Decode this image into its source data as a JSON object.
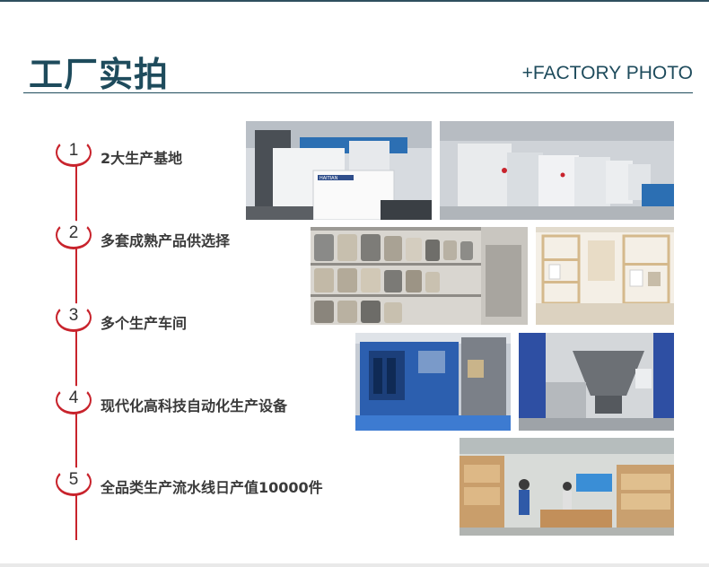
{
  "header": {
    "title_cn": "工厂实拍",
    "title_en": "+FACTORY PHOTO"
  },
  "steps": [
    {
      "num": "1",
      "label": "2大生产基地"
    },
    {
      "num": "2",
      "label": "多套成熟产品供选择"
    },
    {
      "num": "3",
      "label": "多个生产车间"
    },
    {
      "num": "4",
      "label": "现代化高科技自动化生产设备"
    },
    {
      "num": "5",
      "label": "全品类生产流水线日产值10000件"
    }
  ],
  "photos": {
    "machine_brand": "HAITIAN"
  },
  "colors": {
    "title": "#1e4b5c",
    "accent": "#c8232c",
    "text": "#3a3a3a"
  }
}
